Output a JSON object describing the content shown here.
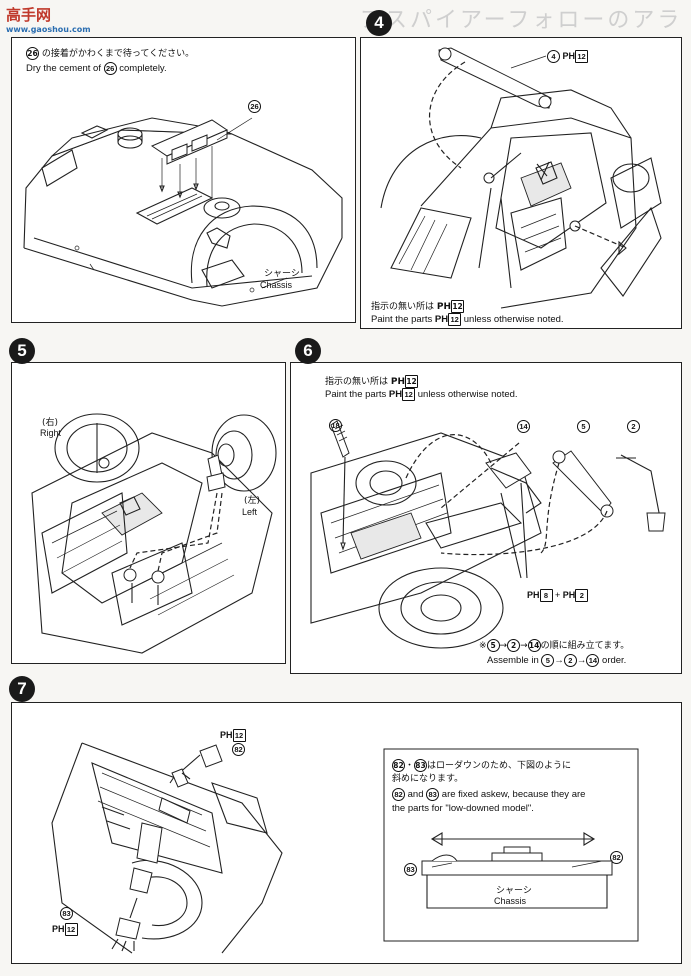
{
  "watermark": {
    "brand": "高手网",
    "url": "www.gaoshou.com"
  },
  "steps": {
    "s3": {
      "note_jp": "の接着がかわくまで待ってください。",
      "note_en_pre": "Dry the cement of",
      "note_en_post": "completely.",
      "part_ref": "26",
      "chassis_jp": "シャーシ",
      "chassis_en": "Chassis"
    },
    "s4": {
      "number": "4",
      "part_ref": "4",
      "paint_code": "PH",
      "paint_num": "12",
      "note_jp": "指示の無い所は",
      "note_en_pre": "Paint the parts",
      "note_en_post": "unless otherwise noted."
    },
    "s5": {
      "number": "5",
      "right_jp": "(右)",
      "right_en": "Right",
      "left_jp": "(左)",
      "left_en": "Left"
    },
    "s6": {
      "number": "6",
      "note_jp": "指示の無い所は",
      "note_en_pre": "Paint the parts",
      "note_en_post": "unless otherwise noted.",
      "paint_code": "PH",
      "paint_num": "12",
      "parts": [
        "18",
        "14",
        "5",
        "2"
      ],
      "paint_combo_a": "8",
      "paint_combo_b": "2",
      "order_jp": "の順に組み立てます。",
      "order_en_pre": "Assemble in",
      "order_en_post": "order.",
      "order_seq": [
        "5",
        "2",
        "14"
      ]
    },
    "s7": {
      "number": "7",
      "part_top": "82",
      "part_bottom": "83",
      "paint_code": "PH",
      "paint_num": "12",
      "info_jp_1": "はローダウンのため、下図のように",
      "info_jp_2": "斜めになります。",
      "info_en_1": "are fixed askew, because they are",
      "info_en_2": "the parts for \"low-downed model\".",
      "info_en_and": "and",
      "chassis_jp": "シャーシ",
      "chassis_en": "Chassis"
    }
  }
}
